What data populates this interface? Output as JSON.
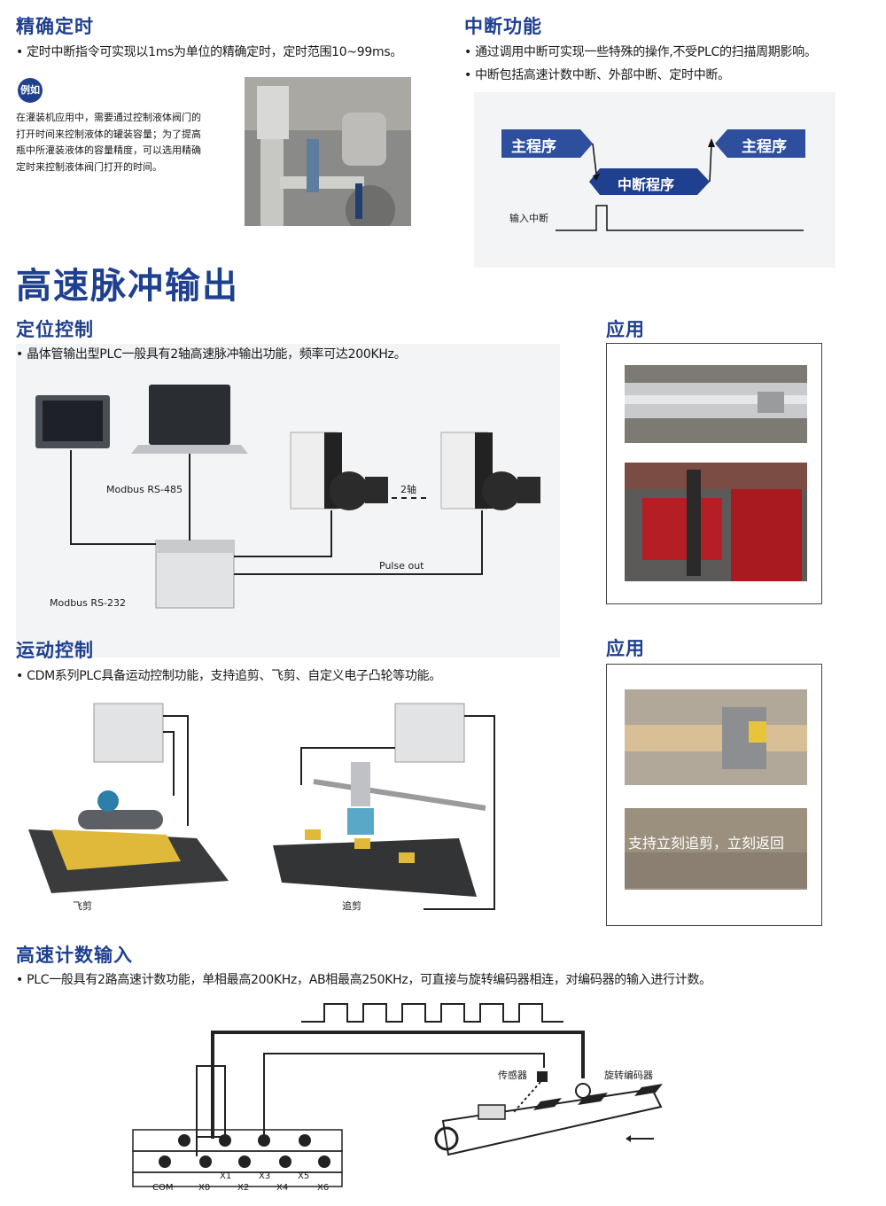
{
  "timer": {
    "title": "精确定时",
    "bullet": "• 定时中断指令可实现以1ms为单位的精确定时，定时范围10~99ms。",
    "example_badge": "例如",
    "example_lines": [
      "在灌装机应用中，需要通过控制液体阀门的",
      "打开时间来控制液体的罐装容量；为了提高",
      "瓶中所灌装液体的容量精度，可以选用精确",
      "定时来控制液体阀门打开的时间。"
    ]
  },
  "interrupt": {
    "title": "中断功能",
    "bullets": [
      "• 通过调用中断可实现一些特殊的操作,不受PLC的扫描周期影响。",
      "• 中断包括高速计数中断、外部中断、定时中断。"
    ],
    "diagram": {
      "main_left": "主程序",
      "main_right": "主程序",
      "sub": "中断程序",
      "input": "输入中断"
    }
  },
  "pulse": {
    "title": "高速脉冲输出",
    "positioning": {
      "title": "定位控制",
      "bullet": "• 晶体管输出型PLC一般具有2轴高速脉冲输出功能，频率可达200KHz。",
      "labels": {
        "rs485": "Modbus  RS-485",
        "rs232": "Modbus  RS-232",
        "axis2": "2轴",
        "pulse_out": "Pulse  out"
      }
    },
    "app_title_1": "应用",
    "motion": {
      "title": "运动控制",
      "bullet": "• CDM系列PLC具备运动控制功能，支持追剪、飞剪、自定义电子凸轮等功能。",
      "fly": "飞剪",
      "chase": "追剪"
    },
    "app_title_2": "应用",
    "app_caption": "支持立刻追剪，立刻返回"
  },
  "counter": {
    "title": "高速计数输入",
    "bullet": "• PLC一般具有2路高速计数功能，单相最高200KHz，AB相最高250KHz，可直接与旋转编码器相连，对编码器的输入进行计数。",
    "sensor": "传感器",
    "encoder": "旋转编码器",
    "terminals_top": [
      "X1",
      "X3",
      "X5"
    ],
    "terminals_bottom": [
      "COM",
      "X0",
      "X2",
      "X4",
      "X6"
    ]
  },
  "colors": {
    "heading": "#1f3f8f",
    "button": "#2d4f9e"
  }
}
